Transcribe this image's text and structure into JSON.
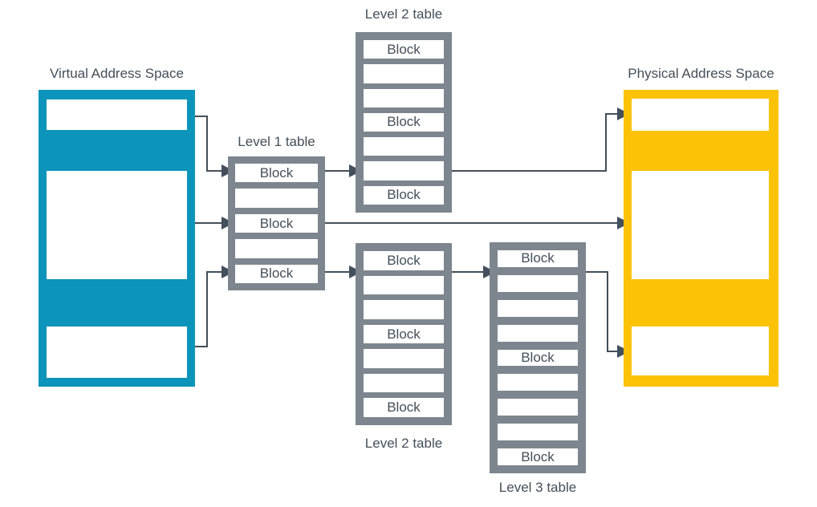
{
  "colors": {
    "teal": "#0d94ba",
    "yellow": "#fcc306",
    "gray": "#7d868e",
    "ink": "#434f5a"
  },
  "virtual_space": {
    "label": "Virtual Address Space"
  },
  "physical_space": {
    "label": "Physical Address Space"
  },
  "tables": {
    "level1": {
      "label": "Level 1 table",
      "rows": [
        "Block",
        "",
        "Block",
        "",
        "Block"
      ]
    },
    "level2_top": {
      "label": "Level 2 table",
      "rows": [
        "Block",
        "",
        "",
        "Block",
        "",
        "",
        "Block"
      ]
    },
    "level2_bottom": {
      "label": "Level 2 table",
      "rows": [
        "Block",
        "",
        "",
        "Block",
        "",
        "",
        "Block"
      ]
    },
    "level3": {
      "label": "Level 3 table",
      "rows": [
        "Block",
        "",
        "",
        "",
        "Block",
        "",
        "",
        "",
        "Block"
      ]
    }
  }
}
